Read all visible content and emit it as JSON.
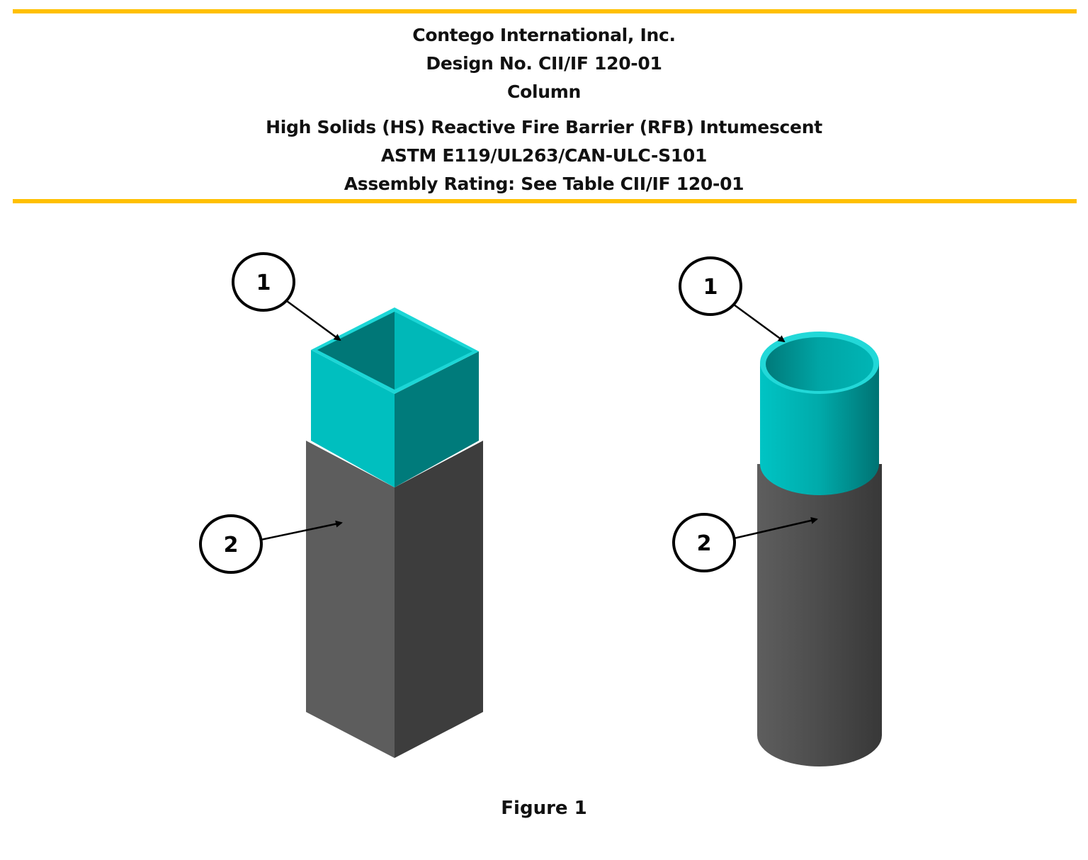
{
  "header": {
    "company": "Contego International, Inc.",
    "design_no": "Design No. CII/IF 120-01",
    "element": "Column",
    "product": "High Solids (HS) Reactive Fire Barrier (RFB) Intumescent",
    "standards": "ASTM E119/UL263/CAN-ULC-S101",
    "rating": "Assembly Rating: See Table CII/IF 120-01"
  },
  "colors": {
    "rule": "#ffc000",
    "coating": "#00bfbf",
    "steel": "#4a4a4a"
  },
  "figure": {
    "square_column": {
      "callouts": [
        "1",
        "2"
      ]
    },
    "round_column": {
      "callouts": [
        "1",
        "2"
      ]
    },
    "caption": "Figure 1"
  }
}
